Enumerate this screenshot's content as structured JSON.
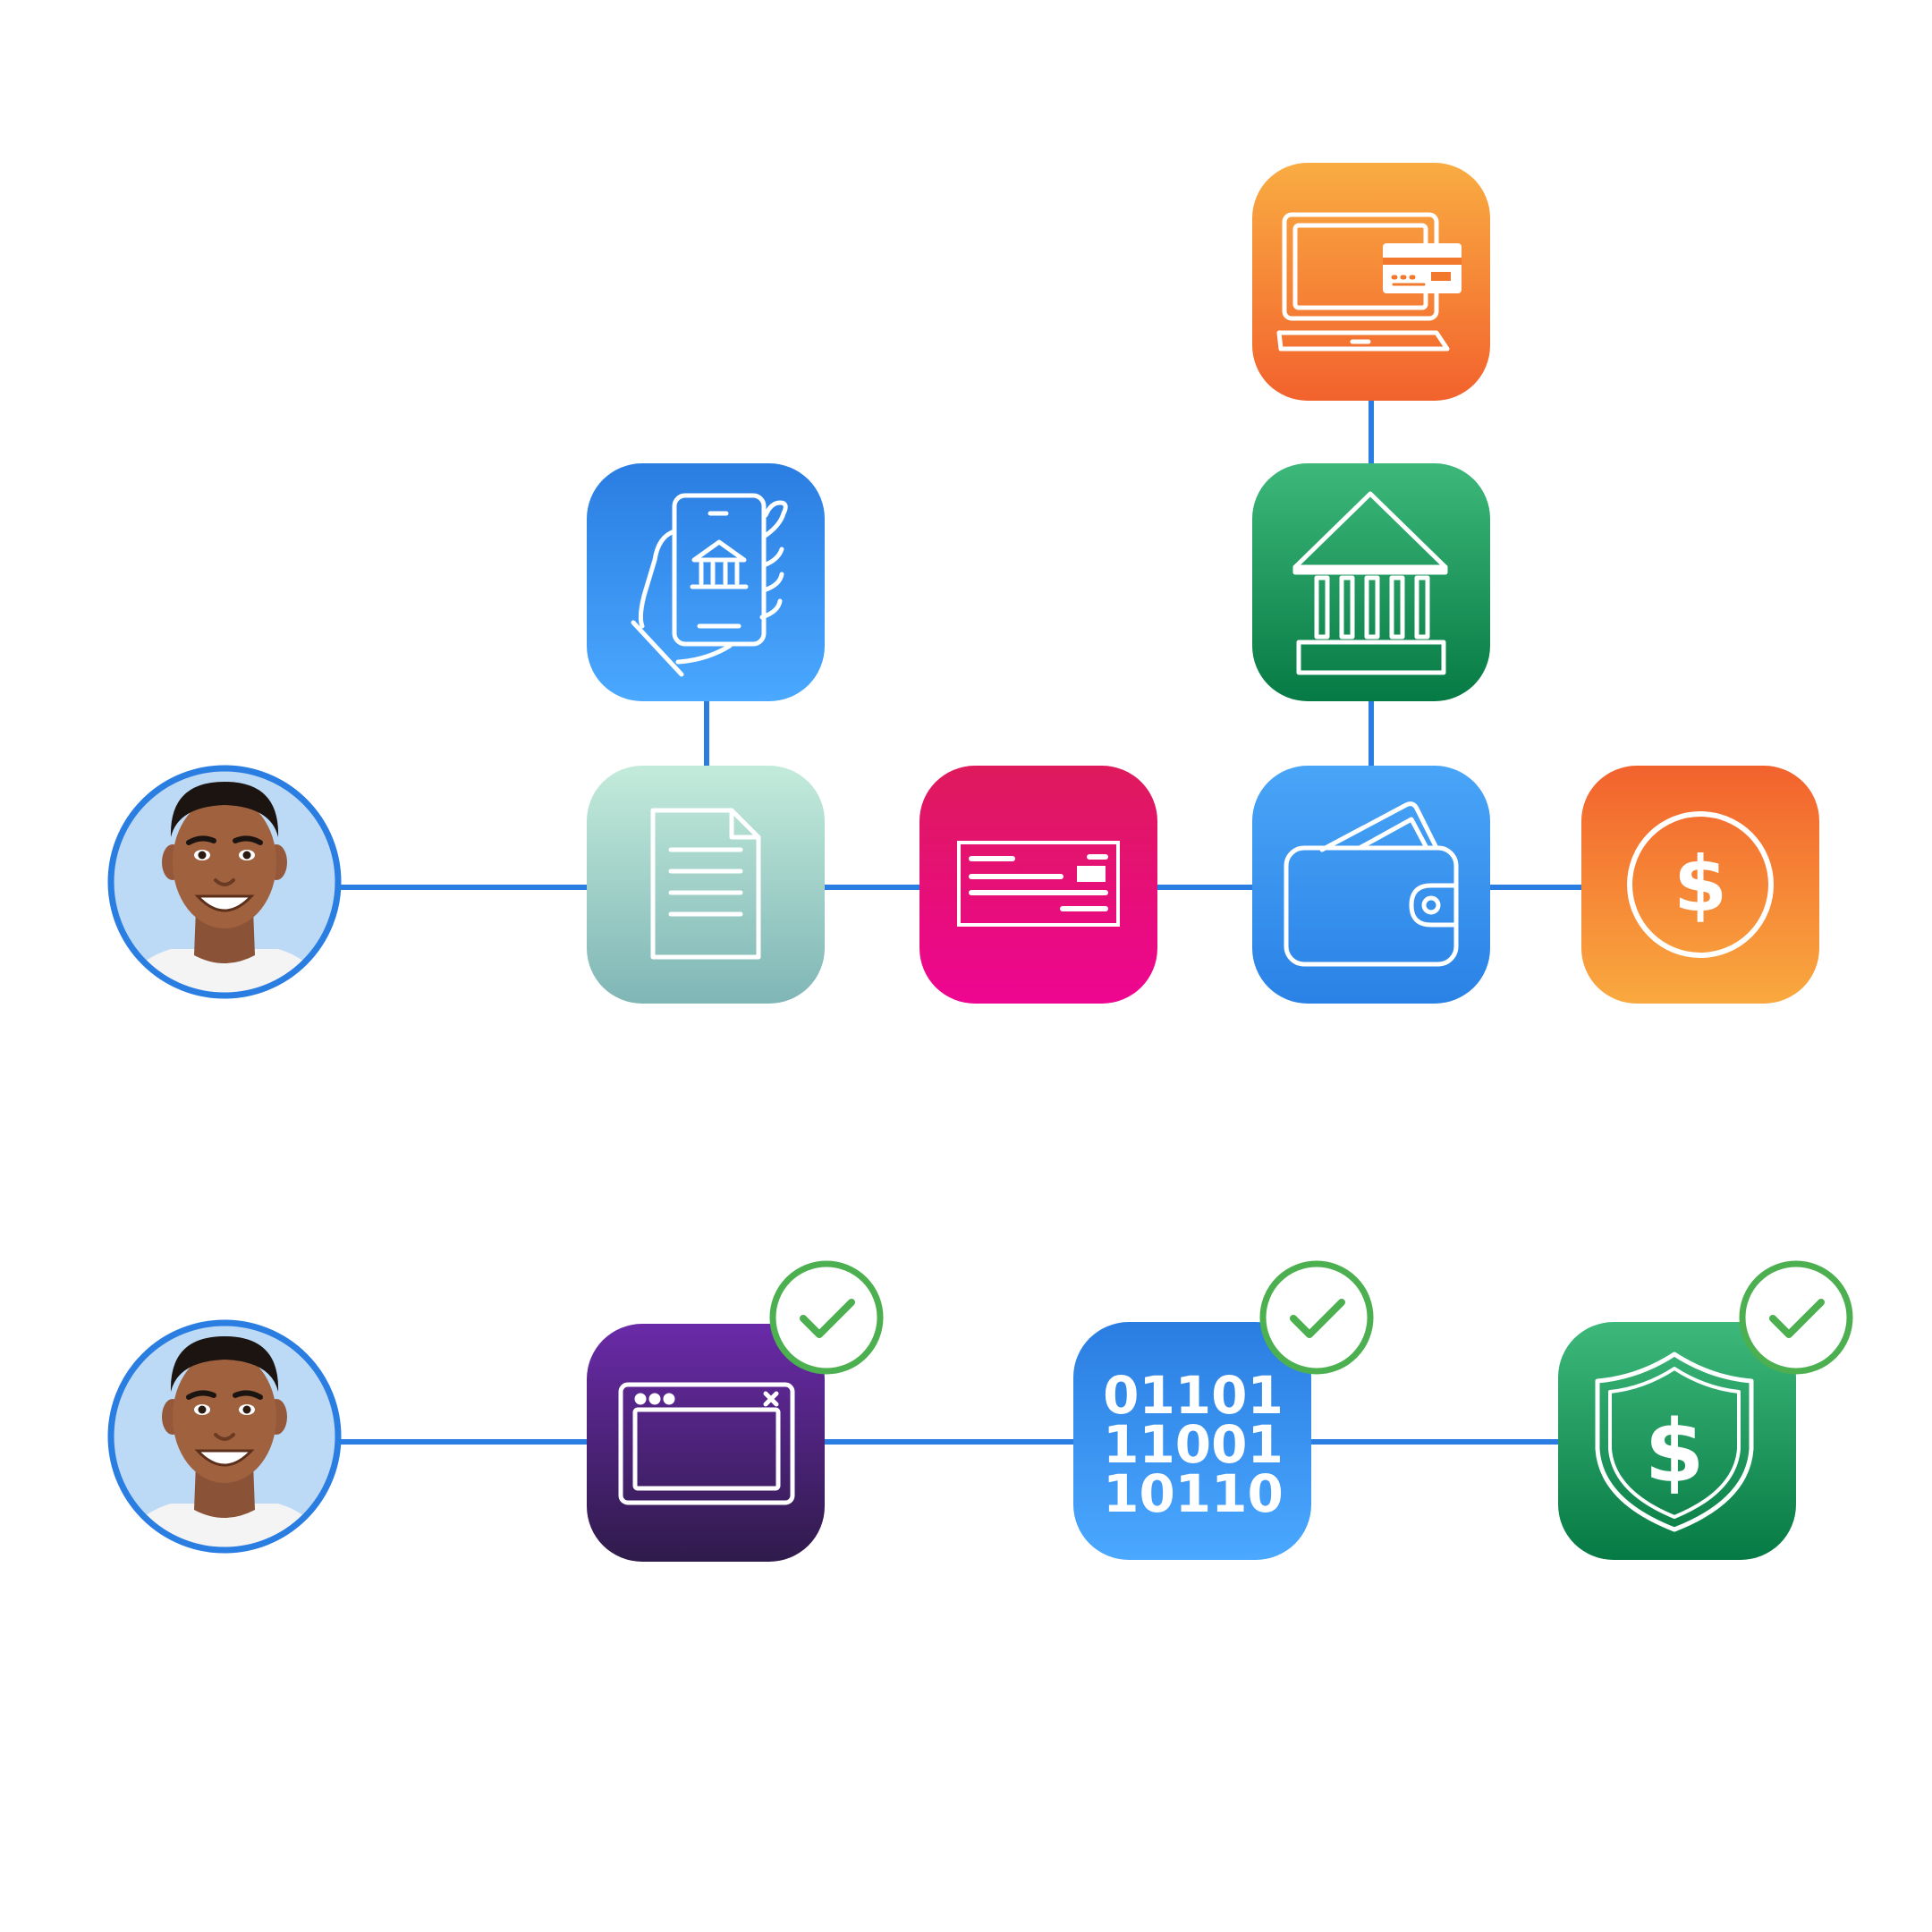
{
  "colors": {
    "connector": "#2a7de1",
    "check_ring": "#4caf50",
    "avatar_ring": "#2a7de1",
    "avatar_bg": "#bcd9f5"
  },
  "top_flow": {
    "avatar": {
      "icon": "person-avatar"
    },
    "nodes": [
      {
        "id": "mobile-banking",
        "icon": "hand-phone-bank-icon",
        "gradient": [
          "#2a7de1",
          "#4aa8ff"
        ]
      },
      {
        "id": "document",
        "icon": "document-icon",
        "gradient": [
          "#c3ebdb",
          "#7fb6b6"
        ]
      },
      {
        "id": "check",
        "icon": "bank-check-icon",
        "gradient": [
          "#de1a5c",
          "#ee0591"
        ]
      },
      {
        "id": "online-payment",
        "icon": "laptop-card-icon",
        "gradient": [
          "#f9ac42",
          "#f2622d"
        ]
      },
      {
        "id": "bank",
        "icon": "bank-building-icon",
        "gradient": [
          "#3db87a",
          "#067a44"
        ]
      },
      {
        "id": "wallet",
        "icon": "wallet-icon",
        "gradient": [
          "#49a5f7",
          "#2a82e6"
        ]
      },
      {
        "id": "payout",
        "icon": "dollar-coin-icon",
        "gradient": [
          "#f2622d",
          "#f9a93f"
        ]
      }
    ]
  },
  "bottom_flow": {
    "avatar": {
      "icon": "person-avatar"
    },
    "nodes": [
      {
        "id": "browser",
        "icon": "browser-window-icon",
        "gradient": [
          "#6a2aa8",
          "#2f1b4b"
        ],
        "verified": true
      },
      {
        "id": "binary",
        "icon": "binary-data-icon",
        "gradient": [
          "#2a7de1",
          "#4aa8ff"
        ],
        "verified": true,
        "lines": [
          "01101",
          "11001",
          "10110"
        ]
      },
      {
        "id": "security",
        "icon": "shield-dollar-icon",
        "gradient": [
          "#3db87a",
          "#067a44"
        ],
        "verified": true
      }
    ]
  }
}
